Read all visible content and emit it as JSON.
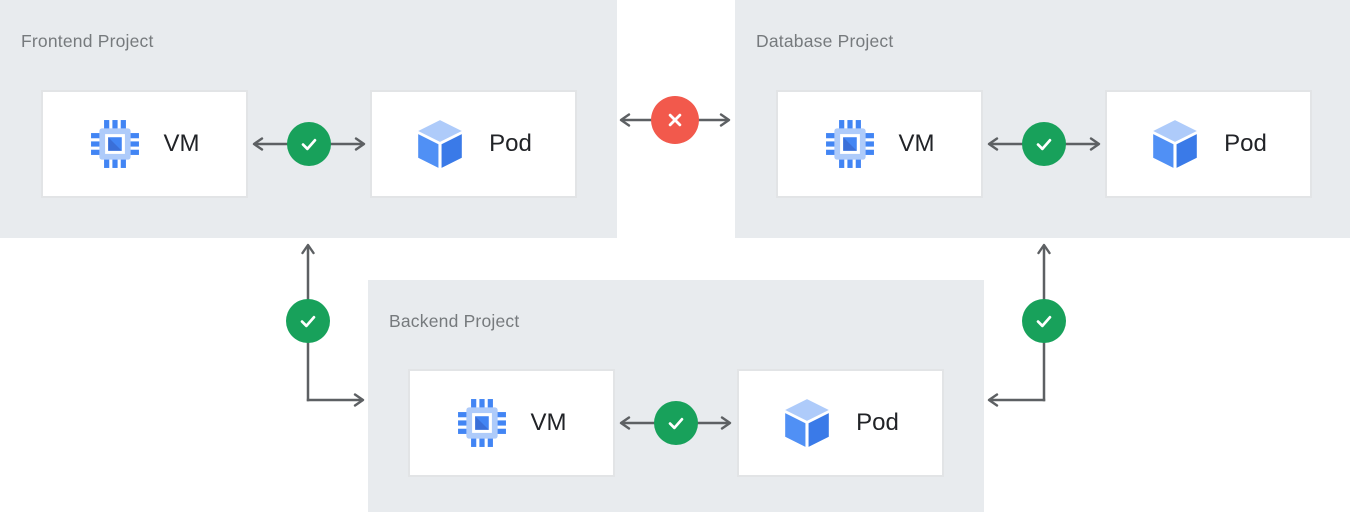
{
  "colors": {
    "page_bg": "#ffffff",
    "panel_bg": "#e8ebee",
    "box_bg": "#ffffff",
    "box_border": "#e2e4e6",
    "title_text": "#767a7d",
    "label_text": "#212327",
    "arrow": "#5d6063",
    "status_allowed": "#18a15b",
    "status_blocked": "#f2594c",
    "icon_blue": "#4285f4",
    "icon_light_blue": "#aecbfa",
    "icon_dark_blue": "#3a6fd8",
    "cube_left": "#5090f5",
    "cube_right": "#3a7ae8"
  },
  "icons": {
    "vm": "vm-chip-icon",
    "pod": "pod-cube-icon",
    "allowed": "check-icon",
    "blocked": "cross-icon"
  },
  "diagram": {
    "projects": [
      {
        "title": "Frontend Project",
        "vm_label": "VM",
        "pod_label": "Pod",
        "vm_pod_status": "allowed"
      },
      {
        "title": "Database Project",
        "vm_label": "VM",
        "pod_label": "Pod",
        "vm_pod_status": "allowed"
      },
      {
        "title": "Backend Project",
        "vm_label": "VM",
        "pod_label": "Pod",
        "vm_pod_status": "allowed"
      }
    ],
    "connections": [
      {
        "from": "Frontend Project",
        "to": "Database Project",
        "status": "blocked"
      },
      {
        "from": "Frontend Project",
        "to": "Backend Project",
        "status": "allowed"
      },
      {
        "from": "Database Project",
        "to": "Backend Project",
        "status": "allowed"
      }
    ]
  }
}
